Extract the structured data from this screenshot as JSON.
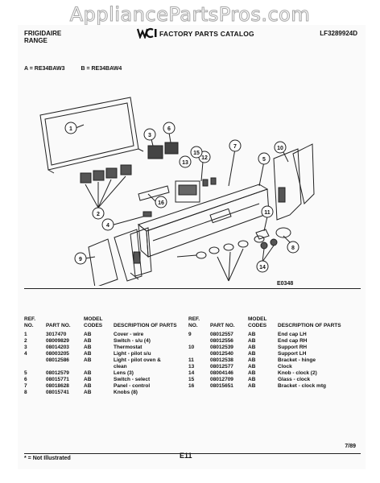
{
  "watermark": "AppliancePartsPros.com",
  "header": {
    "brand_line1": "FRIGIDAIRE",
    "brand_line2": "RANGE",
    "catalog_title": "FACTORY PARTS CATALOG",
    "catalog_number": "LF3289924D"
  },
  "models": {
    "a": "A = RE34BAW3",
    "b": "B = RE34BAW4"
  },
  "diagram": {
    "code": "E0348",
    "callouts": [
      "1",
      "2",
      "3",
      "4",
      "5",
      "6",
      "7",
      "8",
      "9",
      "10",
      "11",
      "12",
      "13",
      "14",
      "15",
      "16"
    ]
  },
  "table": {
    "headers": {
      "ref": "REF. NO.",
      "part": "PART NO.",
      "model": "MODEL CODES",
      "desc": "DESCRIPTION OF PARTS"
    },
    "left_rows": [
      {
        "ref": "1",
        "part": "3017470",
        "model": "AB",
        "desc": "Cover - wire"
      },
      {
        "ref": "2",
        "part": "08009829",
        "model": "AB",
        "desc": "Switch - s/u (4)"
      },
      {
        "ref": "3",
        "part": "08014203",
        "model": "AB",
        "desc": "Thermostat"
      },
      {
        "ref": "4",
        "part": "08003205",
        "model": "AB",
        "desc": "Light - pilot s/u"
      },
      {
        "ref": "",
        "part": "08012586",
        "model": "AB",
        "desc": "Light - pilot oven &"
      },
      {
        "ref": "",
        "part": "",
        "model": "",
        "desc": "clean"
      },
      {
        "ref": "5",
        "part": "08012579",
        "model": "AB",
        "desc": "Lens (3)"
      },
      {
        "ref": "6",
        "part": "08015771",
        "model": "AB",
        "desc": "Switch - select"
      },
      {
        "ref": "7",
        "part": "08018628",
        "model": "AB",
        "desc": "Panel - control"
      },
      {
        "ref": "8",
        "part": "08015741",
        "model": "AB",
        "desc": "Knobs (8)"
      }
    ],
    "right_rows": [
      {
        "ref": "9",
        "part": "08012557",
        "model": "AB",
        "desc": "End cap LH"
      },
      {
        "ref": "",
        "part": "08012556",
        "model": "AB",
        "desc": "End cap RH"
      },
      {
        "ref": "10",
        "part": "08012539",
        "model": "AB",
        "desc": "Support RH"
      },
      {
        "ref": "",
        "part": "08012540",
        "model": "AB",
        "desc": "Support LH"
      },
      {
        "ref": "11",
        "part": "08012538",
        "model": "AB",
        "desc": "Bracket - hinge"
      },
      {
        "ref": "13",
        "part": "08012577",
        "model": "AB",
        "desc": "Clock"
      },
      {
        "ref": "14",
        "part": "08004146",
        "model": "AB",
        "desc": "Knob - clock (2)"
      },
      {
        "ref": "15",
        "part": "08012709",
        "model": "AB",
        "desc": "Glass - clock"
      },
      {
        "ref": "16",
        "part": "08015651",
        "model": "AB",
        "desc": "Bracket - clock mtg"
      }
    ]
  },
  "footer": {
    "note": "* = Not Illustrated",
    "page": "E11",
    "date": "7/89"
  }
}
